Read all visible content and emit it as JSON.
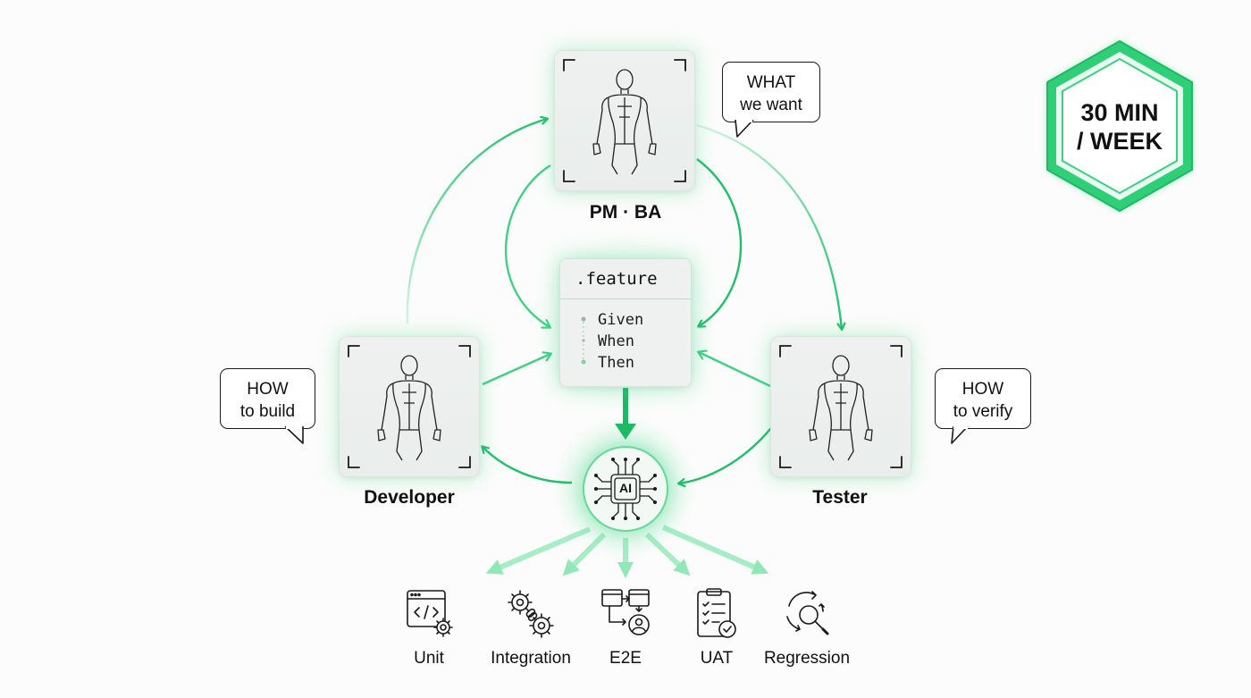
{
  "roles": {
    "pm": {
      "label": "PM · BA",
      "bubble": [
        "WHAT",
        "we want"
      ]
    },
    "developer": {
      "label": "Developer",
      "bubble": [
        "HOW",
        "to build"
      ]
    },
    "tester": {
      "label": "Tester",
      "bubble": [
        "HOW",
        "to verify"
      ]
    }
  },
  "feature": {
    "title": ".feature",
    "keywords": [
      "Given",
      "When",
      "Then"
    ]
  },
  "ai": {
    "label": "AI"
  },
  "tests": [
    {
      "label": "Unit",
      "icon": "code-window-gear-icon"
    },
    {
      "label": "Integration",
      "icon": "linked-gears-icon"
    },
    {
      "label": "E2E",
      "icon": "windows-flow-user-icon"
    },
    {
      "label": "UAT",
      "icon": "clipboard-check-icon"
    },
    {
      "label": "Regression",
      "icon": "cycle-magnifier-icon"
    }
  ],
  "badge": {
    "line1": "30 MIN",
    "line2": "/ WEEK"
  },
  "colors": {
    "accent": "#22c46e",
    "accent_light": "#8fe8b6",
    "ink": "#111111"
  }
}
